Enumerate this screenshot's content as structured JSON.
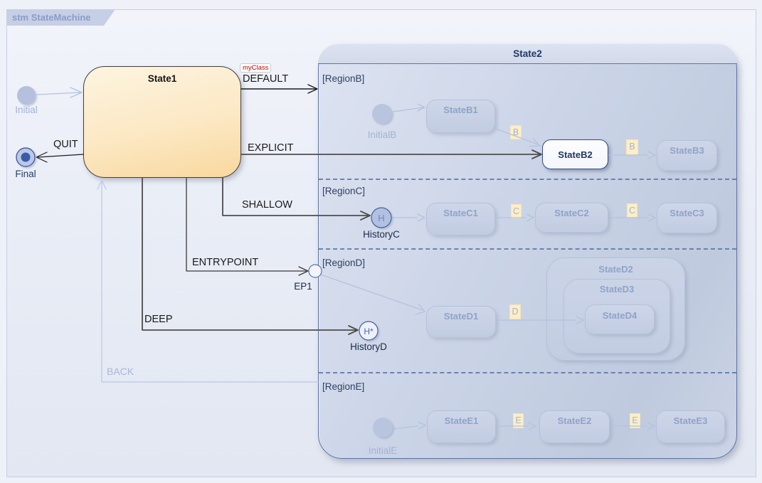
{
  "frame": {
    "tab_label": "stm StateMachine"
  },
  "nodes": {
    "initial": {
      "label": "Initial"
    },
    "final": {
      "label": "Final"
    },
    "state1": {
      "title": "State1"
    },
    "state2": {
      "title": "State2"
    }
  },
  "transitions": {
    "default": {
      "label": "DEFAULT",
      "stereotype": "myClass"
    },
    "explicit": {
      "label": "EXPLICIT"
    },
    "shallow": {
      "label": "SHALLOW"
    },
    "entrypoint": {
      "label": "ENTRYPOINT"
    },
    "deep": {
      "label": "DEEP"
    },
    "quit": {
      "label": "QUIT"
    },
    "back": {
      "label": "BACK"
    }
  },
  "regions": {
    "b": {
      "label": "[RegionB]",
      "initial_label": "InitialB",
      "trigger": "B",
      "state1": "StateB1",
      "state2": "StateB2",
      "state3": "StateB3",
      "active_state": "StateB2"
    },
    "c": {
      "label": "[RegionC]",
      "history_label": "HistoryC",
      "history_glyph": "H",
      "trigger": "C",
      "state1": "StateC1",
      "state2": "StateC2",
      "state3": "StateC3"
    },
    "d": {
      "label": "[RegionD]",
      "entry_point_label": "EP1",
      "history_label": "HistoryD",
      "history_glyph": "H*",
      "trigger": "D",
      "state1": "StateD1",
      "state2": "StateD2",
      "state3": "StateD3",
      "state4": "StateD4"
    },
    "e": {
      "label": "[RegionE]",
      "initial_label": "InitialE",
      "trigger": "E",
      "state1": "StateE1",
      "state2": "StateE2",
      "state3": "StateE3"
    }
  },
  "colors": {
    "accent": "#5b74a8",
    "state2_border": "#5b74a8",
    "state1_border": "#404040",
    "stereotype_red": "#c00000",
    "active_state_text": "#1f3864",
    "faded_state_text": "#8fa3c9",
    "trigger_bg": "#fdeec6",
    "back_transition": "#b9c6e4"
  }
}
